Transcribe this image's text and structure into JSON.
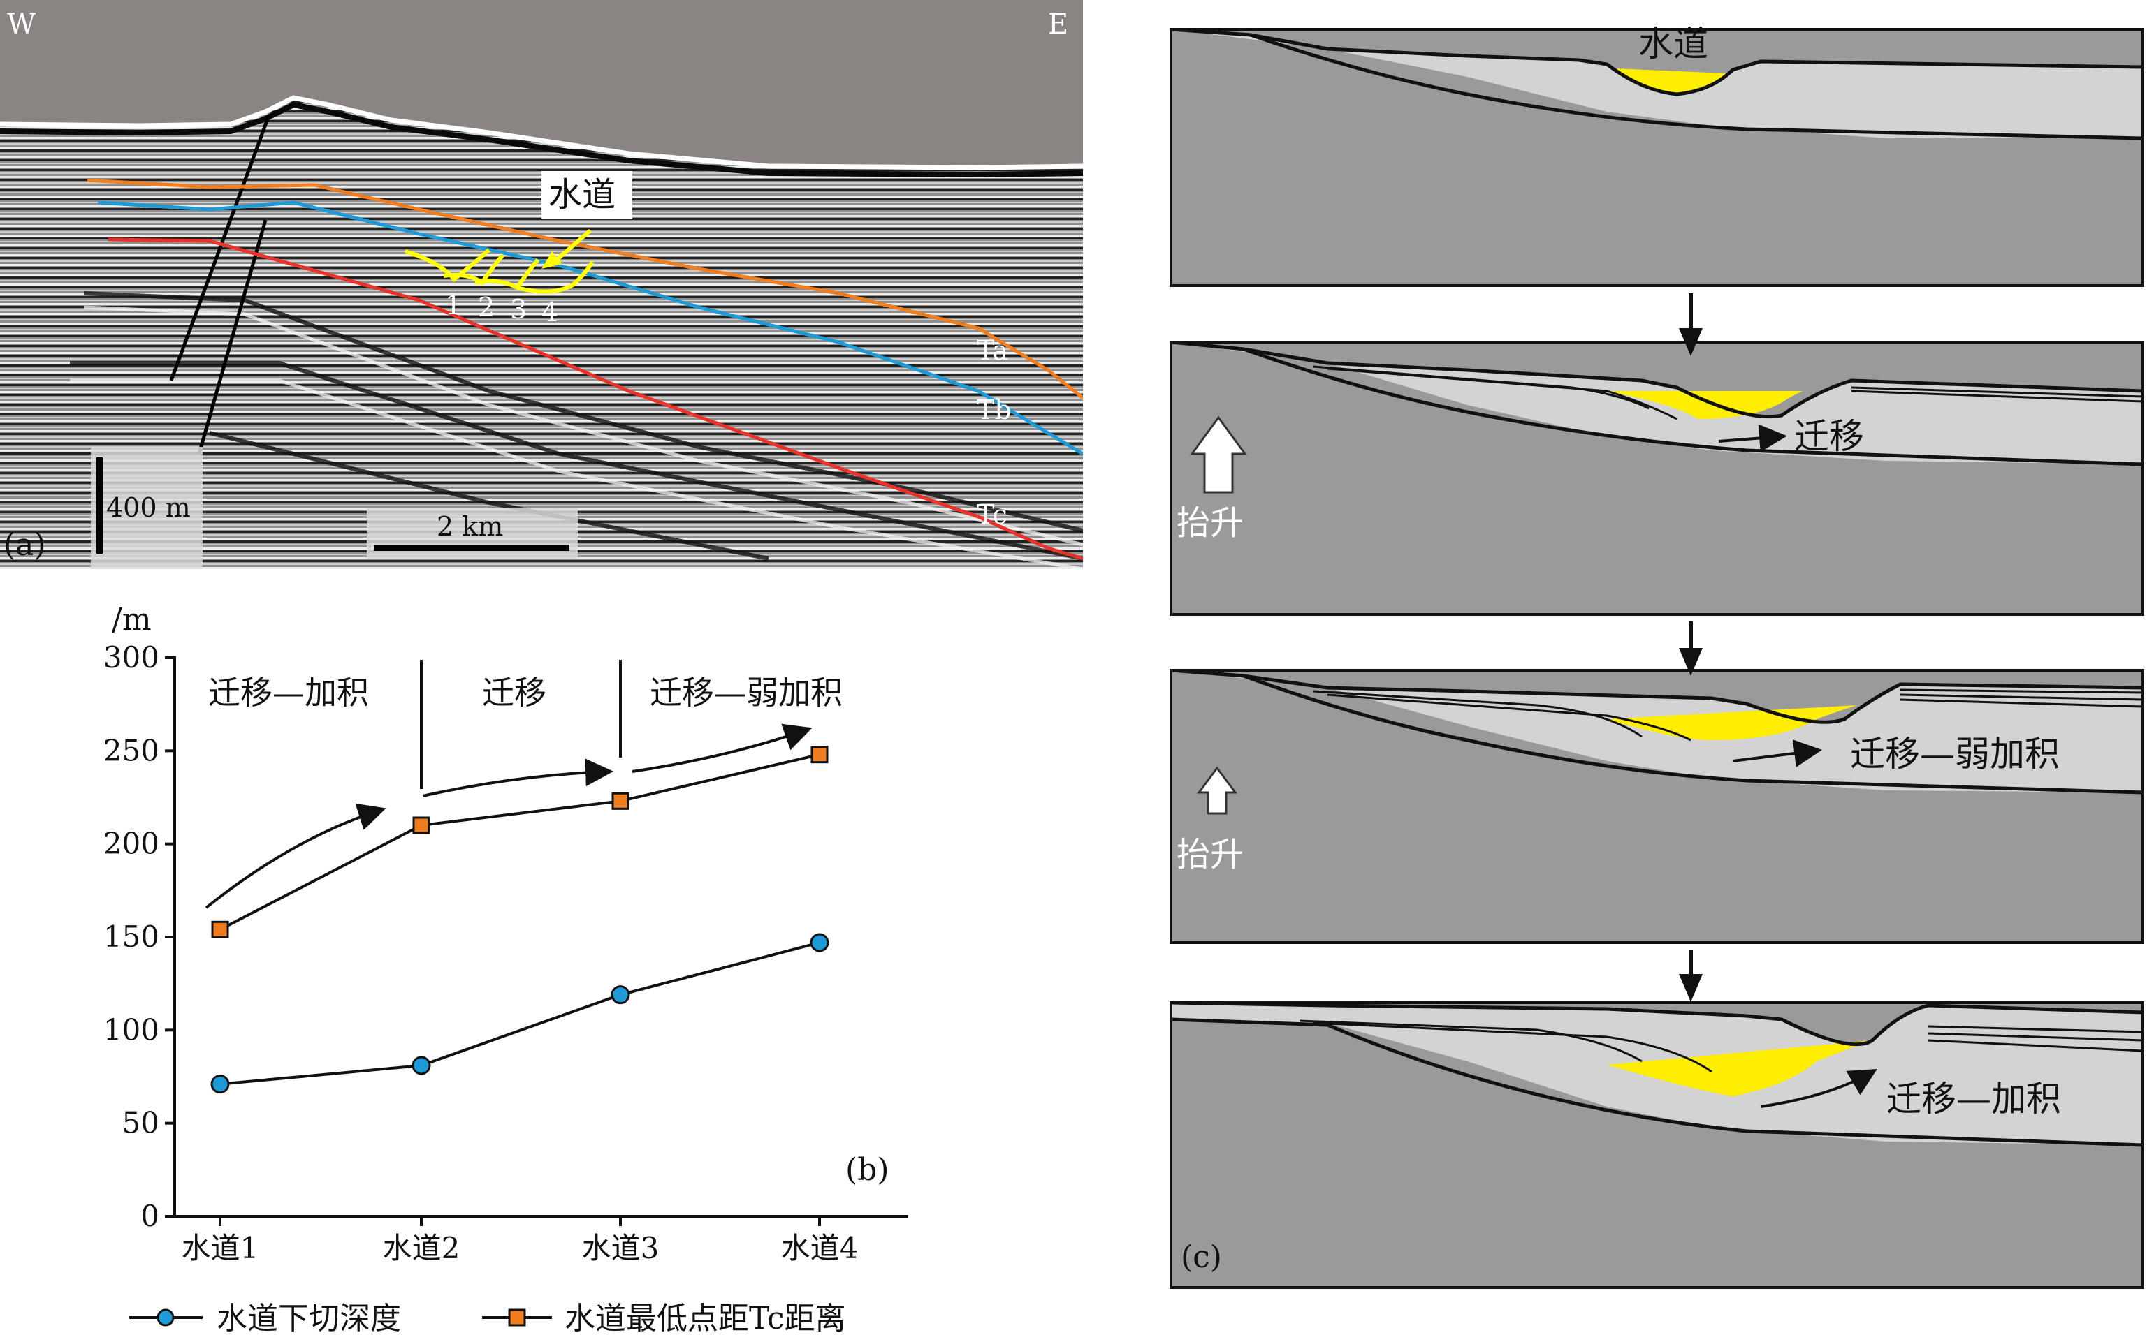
{
  "panel_a": {
    "label": "(a)",
    "west": "W",
    "east": "E",
    "channel_label": "水道",
    "channel_numbers": [
      "1",
      "2",
      "3",
      "4"
    ],
    "horizons": [
      {
        "name": "Ta",
        "color": "#f07d1f"
      },
      {
        "name": "Tb",
        "color": "#1e9ad6"
      },
      {
        "name": "Tc",
        "color": "#e8322c"
      }
    ],
    "vertical_scale": "400 m",
    "horizontal_scale": "2 km",
    "channel_color": "#ffff00"
  },
  "panel_b": {
    "label": "(b)",
    "y_unit": "/m",
    "phases": [
      "迁移—加积",
      "迁移",
      "迁移—弱加积"
    ]
  },
  "panel_c": {
    "label": "(c)",
    "stage1_label": "水道",
    "stage2_label": "迁移",
    "stage3_label": "迁移—弱加积",
    "stage4_label": "迁移—加积",
    "uplift_label": "抬升",
    "colors": {
      "basement": "#9a9a9a",
      "fill": "#d3d3d3",
      "channel": "#ffee00"
    }
  },
  "chart_data": {
    "type": "line",
    "categories": [
      "水道1",
      "水道2",
      "水道3",
      "水道4"
    ],
    "series": [
      {
        "name": "水道下切深度",
        "values": [
          71,
          81,
          119,
          147
        ],
        "marker": "circle",
        "color": "#1e9ad6"
      },
      {
        "name": "水道最低点距Tc距离",
        "values": [
          154,
          210,
          223,
          248
        ],
        "marker": "square",
        "color": "#f07d1f"
      }
    ],
    "ylabel": "/m",
    "ylim": [
      0,
      300
    ],
    "yticks": [
      "0",
      "50",
      "100",
      "150",
      "200",
      "250",
      "300"
    ],
    "grid": false,
    "legend": "bottom"
  }
}
